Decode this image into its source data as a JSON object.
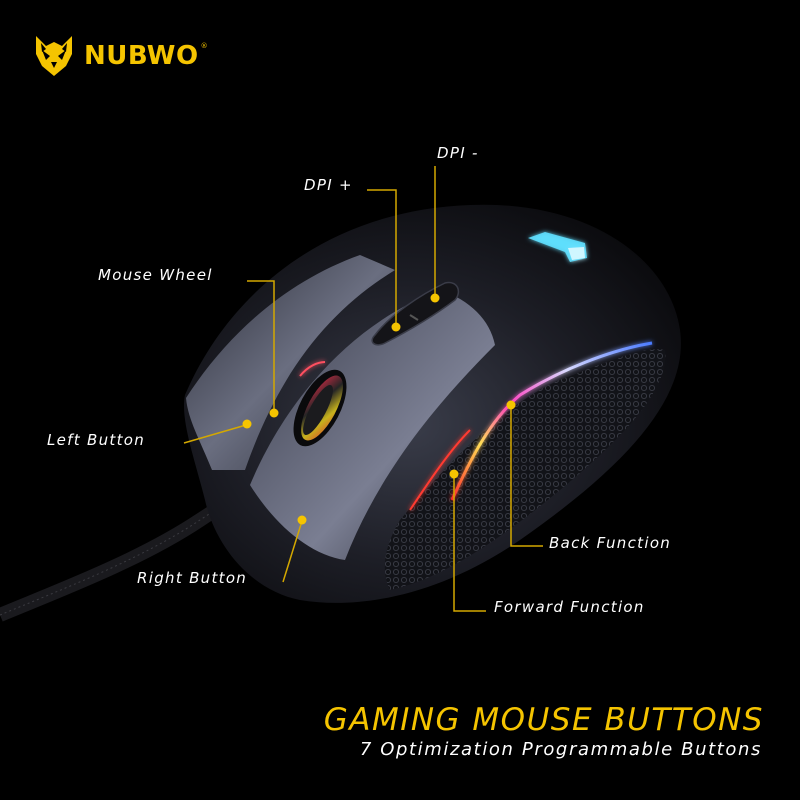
{
  "brand": {
    "name": "NUBWO",
    "registered_mark": "®",
    "color": "#f5c400"
  },
  "callouts": [
    {
      "id": "dpi-minus",
      "label": "DPI -"
    },
    {
      "id": "dpi-plus",
      "label": "DPI +"
    },
    {
      "id": "mouse-wheel",
      "label": "Mouse Wheel"
    },
    {
      "id": "left-button",
      "label": "Left Button"
    },
    {
      "id": "right-button",
      "label": "Right Button"
    },
    {
      "id": "back-function",
      "label": "Back Function"
    },
    {
      "id": "forward-function",
      "label": "Forward Function"
    }
  ],
  "footer": {
    "headline": "GAMING MOUSE BUTTONS",
    "subline": "7 Optimization Programmable Buttons"
  },
  "colors": {
    "accent": "#f5c400",
    "background": "#000000",
    "text": "#ffffff",
    "logo_glow": "#3fd0ff"
  }
}
